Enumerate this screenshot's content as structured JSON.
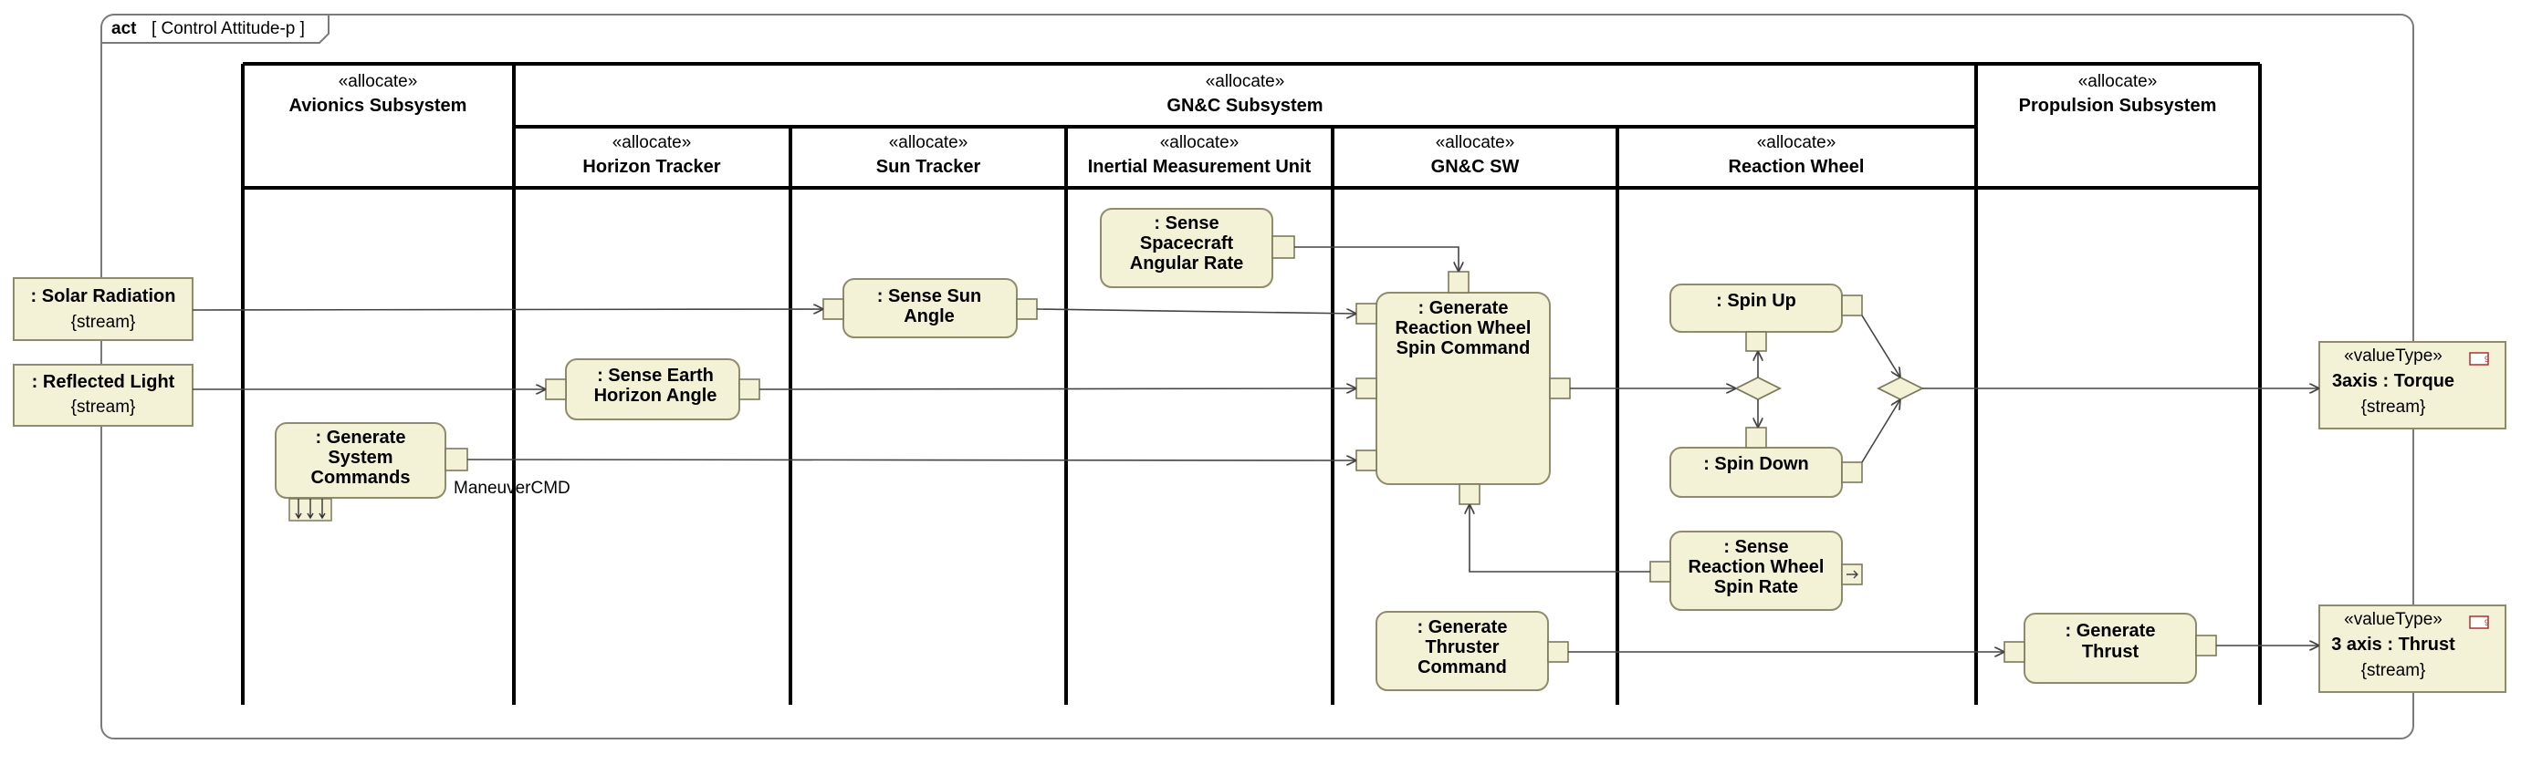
{
  "frame": {
    "keyword": "act",
    "name": "[ Control Attitude-p ]"
  },
  "stereotype_allocate": "«allocate»",
  "stereotype_valuetype": "«valueType»",
  "partitions": {
    "avionics": "Avionics Subsystem",
    "gnc": "GN&C Subsystem",
    "propulsion": "Propulsion Subsystem",
    "horizon_tracker": "Horizon Tracker",
    "sun_tracker": "Sun Tracker",
    "imu": "Inertial Measurement Unit",
    "gnc_sw": "GN&C SW",
    "reaction_wheel": "Reaction Wheel"
  },
  "parameters": {
    "solar_radiation": {
      "name": ": Solar Radiation",
      "modifier": "{stream}"
    },
    "reflected_light": {
      "name": ": Reflected Light",
      "modifier": "{stream}"
    },
    "torque": {
      "name": "3axis : Torque",
      "modifier": "{stream}"
    },
    "thrust": {
      "name": "3 axis : Thrust",
      "modifier": "{stream}"
    }
  },
  "actions": {
    "generate_system_commands": [
      ": Generate",
      "System",
      "Commands"
    ],
    "sense_earth_horizon_angle": [
      ": Sense Earth",
      "Horizon Angle"
    ],
    "sense_sun_angle": [
      ": Sense Sun",
      "Angle"
    ],
    "sense_spacecraft_angular_rate": [
      ": Sense",
      "Spacecraft",
      "Angular Rate"
    ],
    "generate_reaction_wheel_spin_command": [
      ": Generate",
      "Reaction Wheel",
      "Spin Command"
    ],
    "generate_thruster_command": [
      ": Generate",
      "Thruster",
      "Command"
    ],
    "spin_up": [
      ": Spin Up"
    ],
    "spin_down": [
      ": Spin Down"
    ],
    "sense_reaction_wheel_spin_rate": [
      ": Sense",
      "Reaction Wheel",
      "Spin Rate"
    ],
    "generate_thrust": [
      ": Generate",
      "Thrust"
    ]
  },
  "labels": {
    "maneuver_cmd": "ManeuverCMD"
  }
}
